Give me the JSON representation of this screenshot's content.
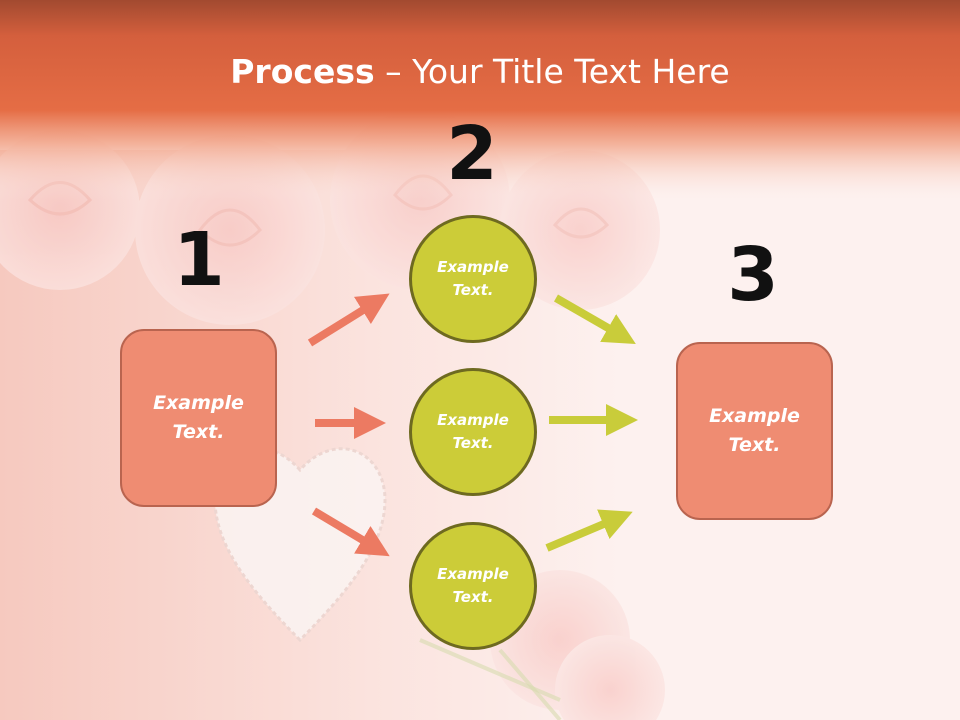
{
  "slide": {
    "title_bold": "Process",
    "title_rest": " – Your Title Text Here"
  },
  "steps": {
    "step1": "1",
    "step2": "2",
    "step3": "3"
  },
  "boxes": {
    "left_label": "Example\nText.",
    "right_label": "Example\nText."
  },
  "circles": [
    {
      "label": "Example\nText."
    },
    {
      "label": "Example\nText."
    },
    {
      "label": "Example\nText."
    }
  ],
  "colors": {
    "header": "#e0673f",
    "box": "#ef8c72",
    "circle": "#cccc38",
    "arrow_salmon": "#ec7a62",
    "arrow_green": "#c9cc3a"
  }
}
